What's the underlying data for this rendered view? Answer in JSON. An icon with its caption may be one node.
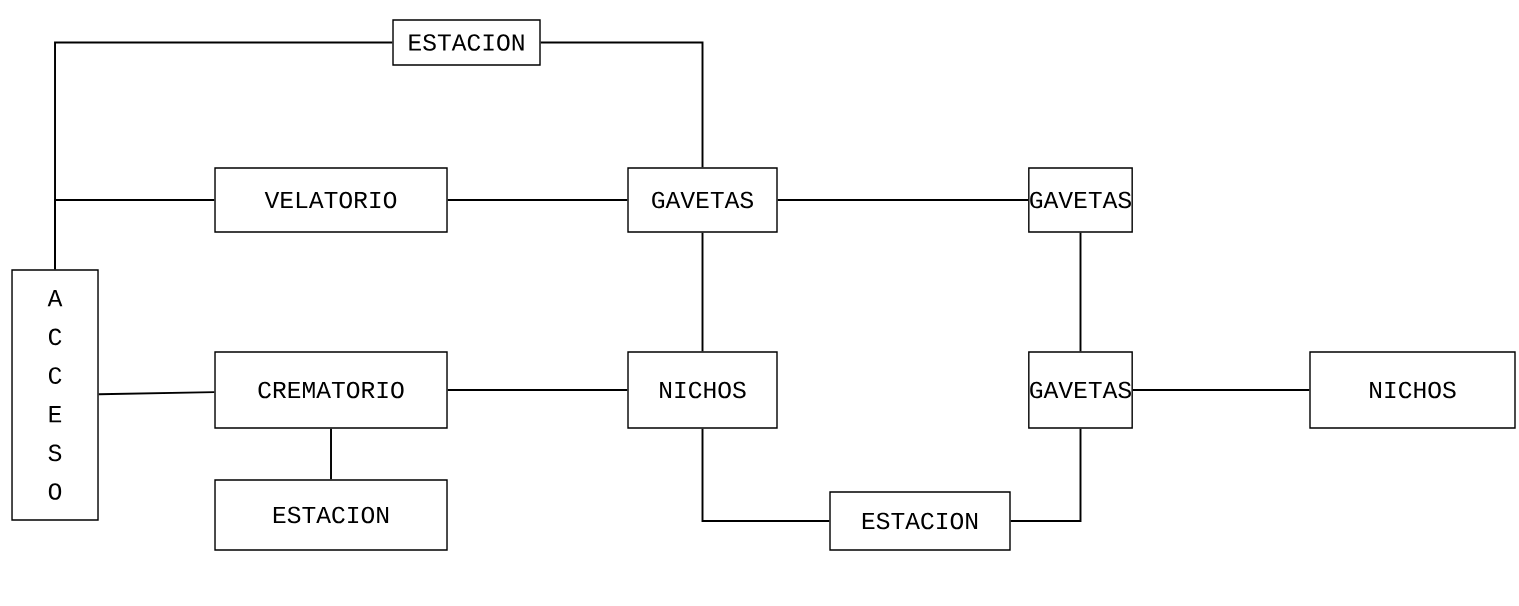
{
  "diagram": {
    "nodes": [
      {
        "text": [
          "ESTACION"
        ]
      },
      {
        "text": [
          "VELATORIO"
        ]
      },
      {
        "text": [
          "GAVETAS"
        ]
      },
      {
        "text": [
          "GAVETAS"
        ]
      },
      {
        "text": [
          "A C C E S O"
        ]
      },
      {
        "text": [
          "CREMATORIO"
        ]
      },
      {
        "text": [
          "NICHOS"
        ]
      },
      {
        "text": [
          "GAVETAS"
        ]
      },
      {
        "text": [
          "NICHOS"
        ]
      },
      {
        "text": [
          "ESTACION"
        ]
      },
      {
        "text": [
          "ESTACION"
        ]
      }
    ],
    "edges": [
      {
        "from": 4,
        "to": 0,
        "arrow": "none"
      },
      {
        "from": 4,
        "to": 1,
        "arrow": "none"
      },
      {
        "from": 0,
        "to": 2,
        "arrow": "none"
      },
      {
        "from": 1,
        "to": 2,
        "arrow": "none"
      },
      {
        "from": 2,
        "to": 3,
        "arrow": "none"
      },
      {
        "from": 2,
        "to": 6,
        "arrow": "none"
      },
      {
        "from": 3,
        "to": 7,
        "arrow": "none"
      },
      {
        "from": 4,
        "to": 5,
        "arrow": "none"
      },
      {
        "from": 5,
        "to": 6,
        "arrow": "none"
      },
      {
        "from": 5,
        "to": 9,
        "arrow": "none"
      },
      {
        "from": 6,
        "to": 10,
        "arrow": "none"
      },
      {
        "from": 10,
        "to": 7,
        "arrow": "none"
      },
      {
        "from": 7,
        "to": 8,
        "arrow": "none"
      }
    ]
  }
}
